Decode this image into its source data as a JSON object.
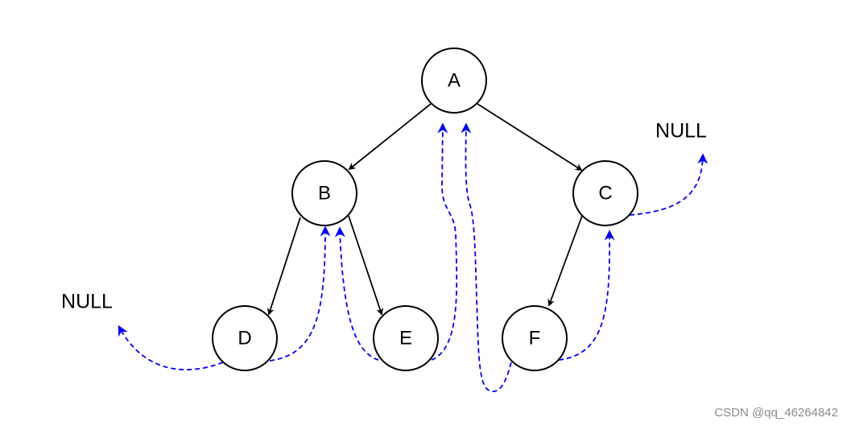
{
  "nodes": {
    "a": "A",
    "b": "B",
    "c": "C",
    "d": "D",
    "e": "E",
    "f": "F"
  },
  "null_labels": {
    "left": "NULL",
    "right": "NULL"
  },
  "edges": [
    {
      "from": "A",
      "to": "B",
      "kind": "child"
    },
    {
      "from": "A",
      "to": "C",
      "kind": "child"
    },
    {
      "from": "B",
      "to": "D",
      "kind": "child"
    },
    {
      "from": "B",
      "to": "E",
      "kind": "child"
    },
    {
      "from": "C",
      "to": "F",
      "kind": "child"
    }
  ],
  "threads": [
    {
      "from": "D",
      "to": "NULL",
      "kind": "thread"
    },
    {
      "from": "D",
      "to": "B",
      "kind": "thread"
    },
    {
      "from": "E",
      "to": "B",
      "kind": "thread"
    },
    {
      "from": "E",
      "to": "A",
      "kind": "thread"
    },
    {
      "from": "F",
      "to": "A",
      "kind": "thread"
    },
    {
      "from": "F",
      "to": "C",
      "kind": "thread"
    },
    {
      "from": "C",
      "to": "NULL",
      "kind": "thread"
    }
  ],
  "colors": {
    "node_stroke": "#000000",
    "tree_edge": "#000000",
    "thread_edge": "#0000ee",
    "watermark": "#8a8a8a"
  },
  "watermark": "CSDN @qq_46264842"
}
